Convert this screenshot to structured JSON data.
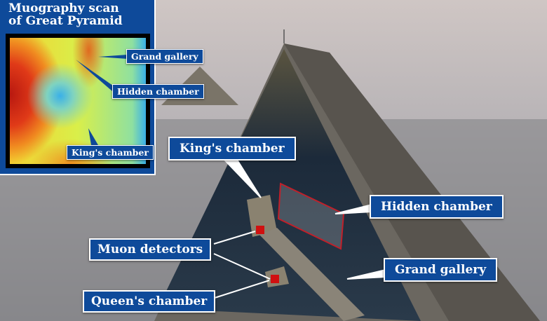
{
  "inset": {
    "title_line1": "Muography scan",
    "title_line2": "of Great Pyramid",
    "labels": {
      "grand_gallery": "Grand gallery",
      "hidden_chamber": "Hidden chamber",
      "kings_chamber": "King's chamber"
    }
  },
  "labels": {
    "kings_chamber": "King's chamber",
    "hidden_chamber": "Hidden chamber",
    "muon_detectors": "Muon detectors",
    "grand_gallery": "Grand gallery",
    "queens_chamber": "Queen's chamber"
  },
  "colors": {
    "label_bg": "#0e4a9a",
    "detector": "#d01010",
    "hidden_outline": "#c0202a"
  }
}
